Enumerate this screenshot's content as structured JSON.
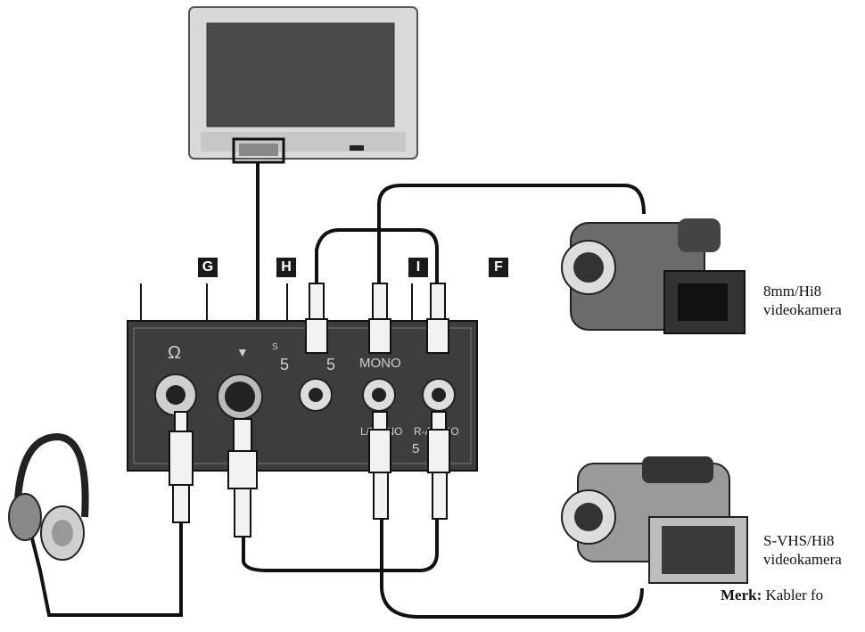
{
  "labels": {
    "g": "G",
    "h": "H",
    "i": "I",
    "f": "F"
  },
  "devices": {
    "camera_top": {
      "line1": "8mm/Hi8",
      "line2": "videokamera"
    },
    "camera_bottom": {
      "line1": "S-VHS/Hi8",
      "line2": "videokamera"
    }
  },
  "panel": {
    "headphone_icon": "Ω",
    "svideo_mark": "▼",
    "s_mark": "S",
    "input_5_left": "5",
    "input_5_right": "5",
    "mono": "MONO",
    "left_mono": "L/MONO",
    "r_audio": "R-AUDIO",
    "input_5_bottom": "5"
  },
  "note": {
    "bold": "Merk:",
    "text": "Kabler  fo"
  },
  "colors": {
    "panel": "#3d3d3d",
    "cable": "#111111",
    "plug": "#f2f2f2"
  }
}
